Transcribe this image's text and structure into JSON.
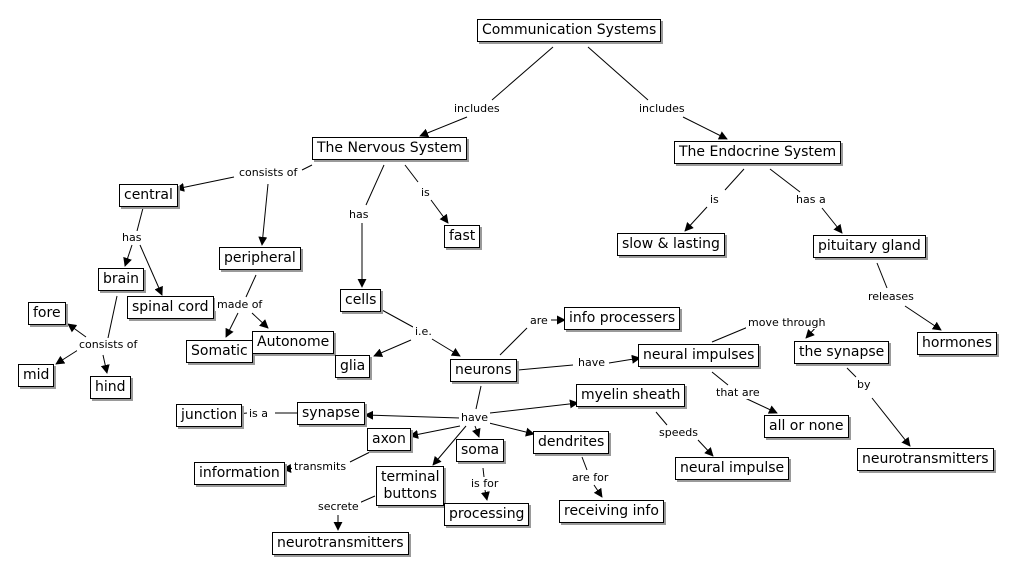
{
  "concepts": {
    "communication": "Communication Systems",
    "nervous": "The Nervous System",
    "endocrine": "The Endocrine System",
    "central": "central",
    "peripheral": "peripheral",
    "fast": "fast",
    "slow": "slow & lasting",
    "pituitary": "pituitary gland",
    "brain": "brain",
    "spinal": "spinal cord",
    "cells": "cells",
    "fore": "fore",
    "mid": "mid",
    "hind": "hind",
    "somatic": "Somatic",
    "autonome": "Autonome",
    "glia": "glia",
    "neurons": "neurons",
    "info_processers": "info processers",
    "neural_impulses": "neural impulses",
    "the_synapse": "the synapse",
    "hormones": "hormones",
    "junction": "junction",
    "synapse": "synapse",
    "myelin": "myelin sheath",
    "axon": "axon",
    "soma": "soma",
    "dendrites": "dendrites",
    "all_or_none": "all or none",
    "information": "information",
    "terminal": "terminal\nbuttons",
    "neural_impulse": "neural impulse",
    "neurotransmitters_r": "neurotransmitters",
    "processing": "processing",
    "receiving": "receiving info",
    "neurotransmitters_b": "neurotransmitters"
  },
  "links": {
    "includes_left": "includes",
    "includes_right": "includes",
    "consists_of": "consists of",
    "has_ns": "has",
    "is_ns": "is",
    "is_es": "is",
    "has_a": "has a",
    "has_central": "has",
    "made_of": "made of",
    "consists_of_brain": "consists of",
    "ie": "i.e.",
    "are": "are",
    "have_neurons": "have",
    "move_through": "move through",
    "releases": "releases",
    "is_a": "is a",
    "have_parts": "have",
    "that_are": "that are",
    "by": "by",
    "speeds": "speeds",
    "transmits": "transmits",
    "is_for": "is for",
    "are_for": "are for",
    "secrete": "secrete"
  }
}
